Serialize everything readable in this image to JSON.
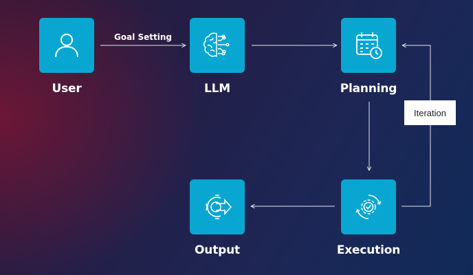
{
  "nodes": {
    "user": {
      "label": "User",
      "icon": "user-icon"
    },
    "llm": {
      "label": "LLM",
      "icon": "brain-circuit-icon"
    },
    "planning": {
      "label": "Planning",
      "icon": "calendar-clock-icon"
    },
    "execution": {
      "label": "Execution",
      "icon": "gear-check-icon"
    },
    "output": {
      "label": "Output",
      "icon": "gear-arrow-icon"
    }
  },
  "edges": {
    "user_to_llm": "Goal Setting",
    "loop_label": "Iteration"
  },
  "colors": {
    "node_fill": "#0aa6d2",
    "arrow": "#e6e6ee",
    "loop_box_fill": "#ffffff"
  }
}
